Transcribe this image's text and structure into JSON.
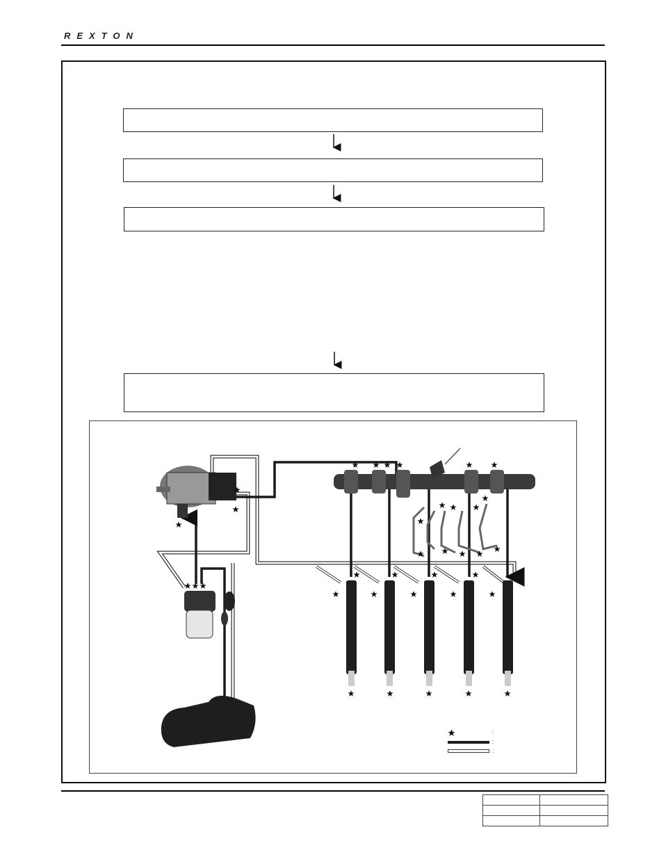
{
  "header": {
    "logo": "REXTON"
  },
  "flow_boxes": [
    "",
    "",
    "",
    ""
  ],
  "diagram": {
    "icons": [
      "fuel-filter-icon",
      "common-rail-icon",
      "injector-icon",
      "fuel-tank-icon",
      "priming-pump-icon",
      "star-icon"
    ],
    "legend": [
      {
        "symbol": "star-icon",
        "text": ""
      },
      {
        "symbol": "supply-line-thick",
        "text": ""
      },
      {
        "symbol": "return-line-hollow",
        "text": ""
      }
    ],
    "colors": {
      "supply_line": "#1a1a1a",
      "return_line": "#ffffff",
      "component": "#2a2a2a"
    }
  },
  "footer_table": [
    [
      "",
      ""
    ],
    [
      "",
      ""
    ],
    [
      "",
      ""
    ]
  ]
}
